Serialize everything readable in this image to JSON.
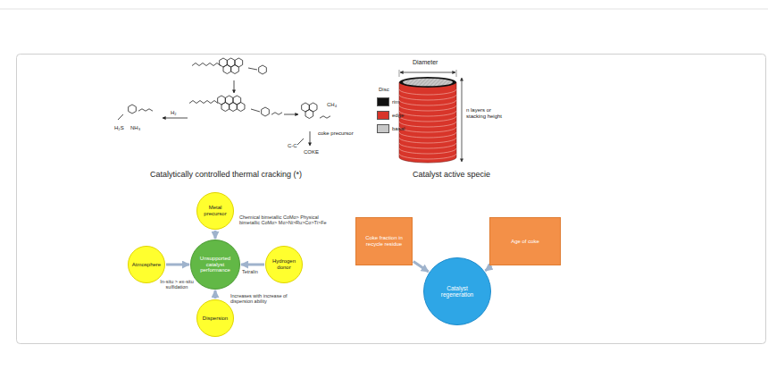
{
  "diagram": {
    "nodes": [
      {
        "text": [
          "Metal precursor"
        ]
      },
      {
        "text": [
          "Atmosphere"
        ]
      },
      {
        "text": [
          "Unsupported catalyst performance"
        ]
      },
      {
        "text": [
          "Hydrogen donor"
        ]
      },
      {
        "text": [
          "Dispersion"
        ]
      },
      {
        "text": [
          "Coke fraction in recycle residue"
        ]
      },
      {
        "text": [
          "Age of coke"
        ]
      },
      {
        "text": [
          "Catalyst regeneration"
        ]
      }
    ],
    "edges": [
      {
        "from": 0,
        "to": 2,
        "arrow": "to",
        "label": "Chemical bimetallic CoMo> Physical bimetallic CoMo> Mo>Ni>Ru>Co>Ti>Fe"
      },
      {
        "from": 1,
        "to": 2,
        "arrow": "to",
        "label": "In-situ > ex-situ sulfidation"
      },
      {
        "from": 3,
        "to": 2,
        "arrow": "to",
        "label": "Tetralin"
      },
      {
        "from": 4,
        "to": 2,
        "arrow": "to",
        "label": "Increases with increase of dispersion ability"
      },
      {
        "from": 5,
        "to": 7,
        "arrow": "to"
      },
      {
        "from": 6,
        "to": 7,
        "arrow": "to"
      }
    ],
    "labels": [
      "H₂S",
      "NH₃",
      "H₂",
      "CH₄",
      "C-C",
      "coke precursor",
      "COKE",
      "Catalytically controlled thermal cracking (*)",
      "Diameter",
      "Disc",
      "n layers or stacking height",
      "Catalyst active specie"
    ],
    "legend": [
      {
        "text": "rim",
        "color": "#111111"
      },
      {
        "text": "edge",
        "color": "#d8352a"
      },
      {
        "text": "basal",
        "color": "#c8c8c8"
      }
    ]
  }
}
